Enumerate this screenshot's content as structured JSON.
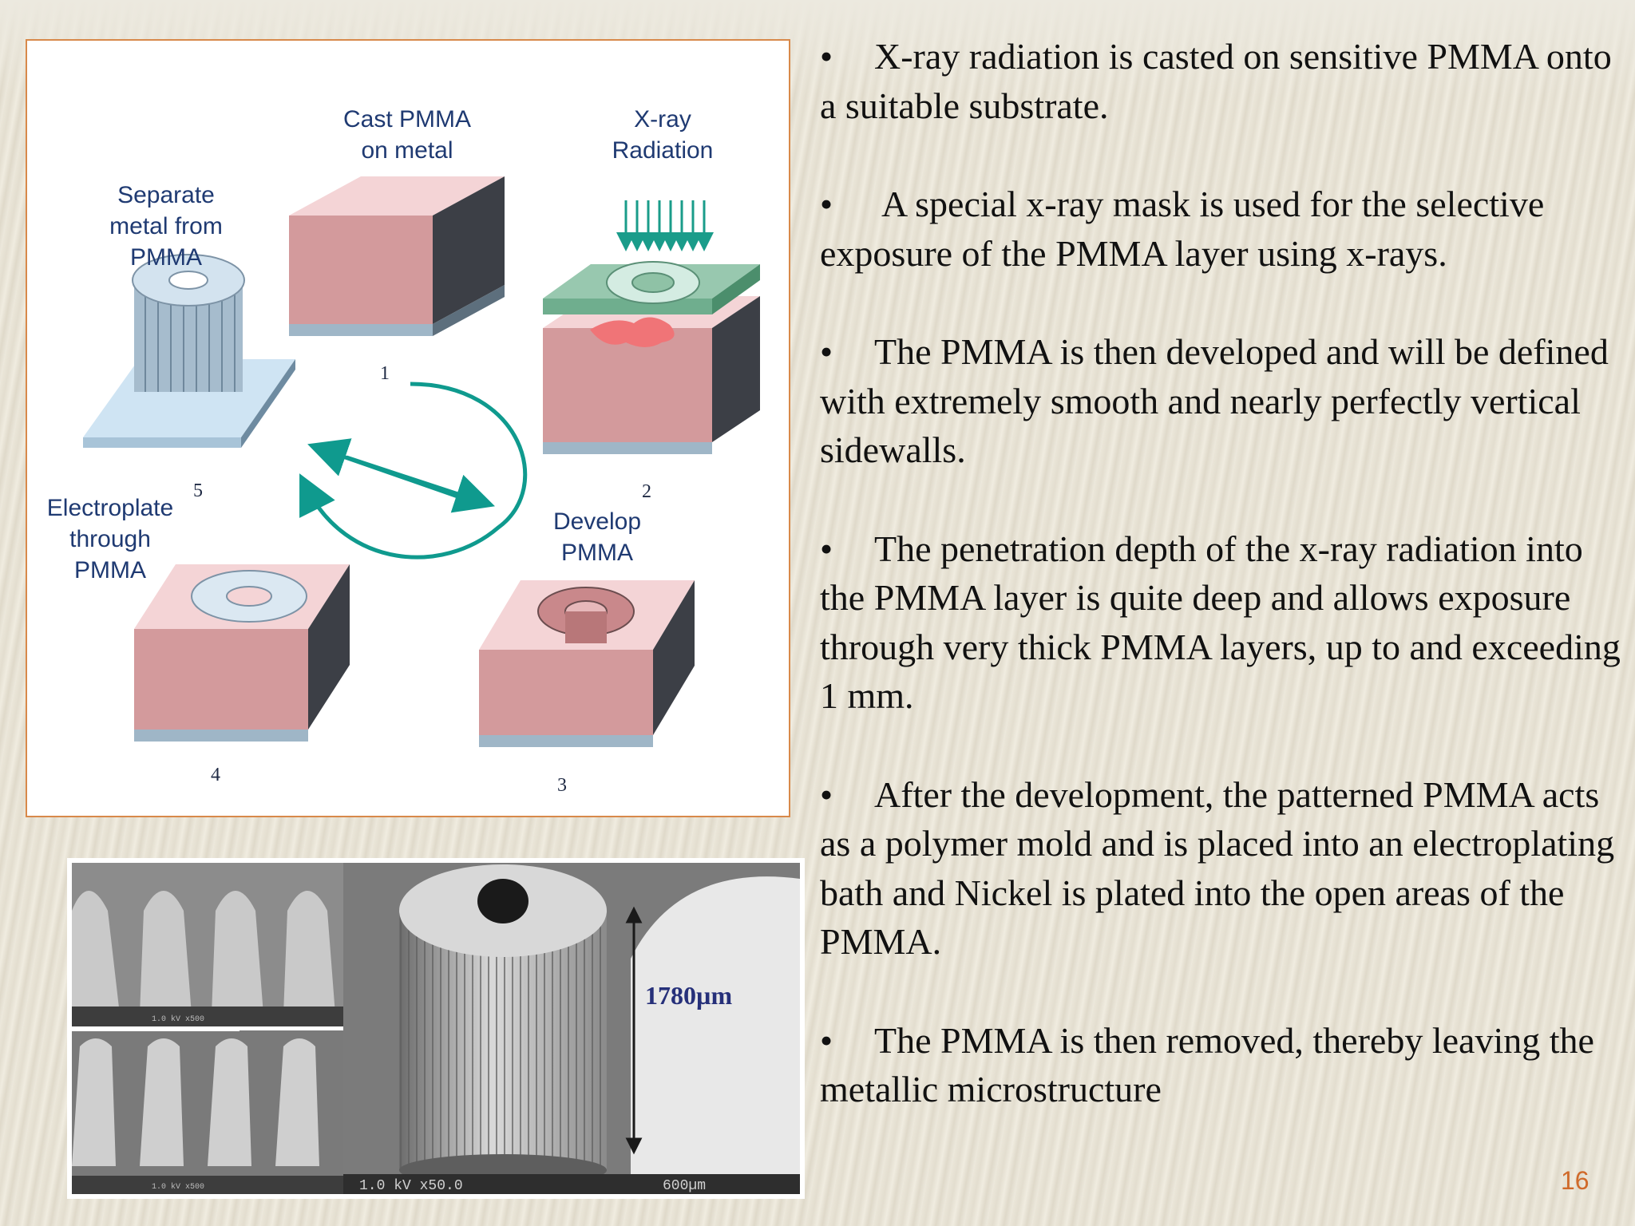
{
  "slide": {
    "page_number": "16",
    "bullets": [
      "X-ray radiation is casted on sensitive PMMA onto a suitable substrate.",
      " A special x-ray mask is used for the selective exposure of the PMMA layer using x-rays.",
      "The PMMA is then developed and will be defined with extremely smooth and nearly perfectly vertical sidewalls.",
      "The penetration depth of the x-ray radiation into the PMMA layer is quite deep and allows exposure through very thick PMMA layers, up to and exceeding 1 mm.",
      "After the development, the patterned PMMA acts as a polymer mold and is placed into an electroplating bath and Nickel is plated into the open areas of the PMMA.",
      "The PMMA is then removed, thereby leaving the metallic microstructure"
    ]
  },
  "diagram": {
    "step1": {
      "number": "1",
      "label_line1": "Cast PMMA",
      "label_line2": "on metal"
    },
    "step2": {
      "number": "2",
      "label_line1": "X-ray",
      "label_line2": "Radiation"
    },
    "step3": {
      "number": "3",
      "label_line1": "Develop",
      "label_line2": "PMMA"
    },
    "step4": {
      "number": "4",
      "label_line1": "Electroplate",
      "label_line2": "through",
      "label_line3": "PMMA"
    },
    "step5": {
      "number": "5",
      "label_line1": "Separate",
      "label_line2": "metal from",
      "label_line3": "PMMA"
    },
    "colors": {
      "pmma": "#d8a3a4",
      "metal": "#9fb6c7",
      "mask": "#8fb9a2",
      "arrow": "#0f9a8e",
      "label": "#1f3a72"
    }
  },
  "sem_image": {
    "scale_label": "1780µm",
    "info_bar": "1.0  kV  x50.0",
    "scale_text": "600µm",
    "small_info": "1.0 kV x500"
  }
}
